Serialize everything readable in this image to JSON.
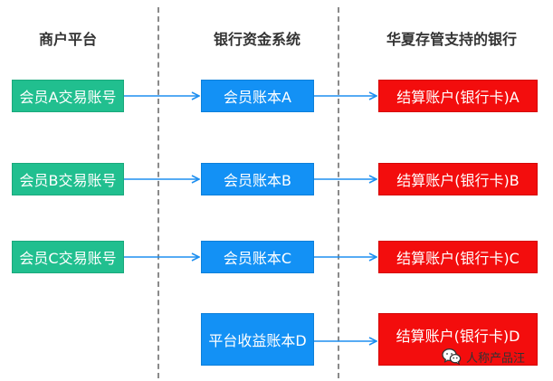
{
  "headers": {
    "merchant": "商户平台",
    "bank_system": "银行资金系统",
    "huaxia": "华夏存管支持的银行"
  },
  "rows": [
    {
      "merchant": "会员A交易账号",
      "bank": "会员账本A",
      "card": "结算账户(银行卡)A"
    },
    {
      "merchant": "会员B交易账号",
      "bank": "会员账本B",
      "card": "结算账户(银行卡)B"
    },
    {
      "merchant": "会员C交易账号",
      "bank": "会员账本C",
      "card": "结算账户(银行卡)C"
    },
    {
      "merchant": "",
      "bank": "平台收益账本D",
      "card": "结算账户(银行卡)D"
    }
  ],
  "watermark": {
    "text": "人称产品汪",
    "icon": "wechat-icon"
  },
  "colors": {
    "merchant_box": "#21bf8f",
    "bank_box": "#1391f5",
    "card_box": "#f30d0d",
    "arrow": "#1e8ff0",
    "divider": "#8a8a8a"
  }
}
